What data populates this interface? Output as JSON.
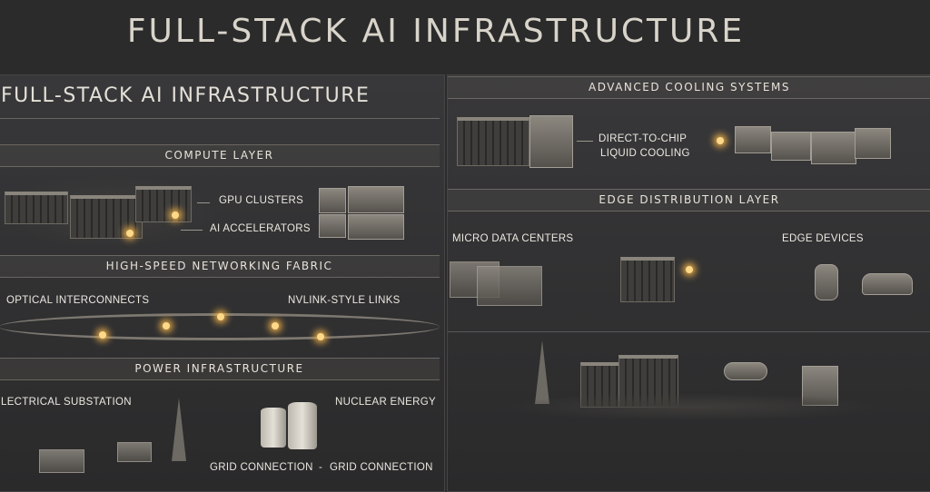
{
  "header": {
    "title": "FULL-STACK AI INFRASTRUCTURE"
  },
  "left": {
    "subtitle": "FULL-STACK AI INFRASTRUCTURE",
    "compute": {
      "heading": "COMPUTE LAYER",
      "labels": [
        "GPU CLUSTERS",
        "AI ACCELERATORS"
      ]
    },
    "networking": {
      "heading": "HIGH-SPEED NETWORKING FABRIC",
      "labels": [
        "OPTICAL INTERCONNECTS",
        "NVLINK-STYLE LINKS"
      ]
    },
    "power": {
      "heading": "POWER INFRASTRUCTURE",
      "labels": [
        "LECTRICAL SUBSTATION",
        "NUCLEAR ENERGY",
        "GRID CONNECTION",
        "-",
        "GRID CONNECTION"
      ]
    }
  },
  "right": {
    "cooling": {
      "heading": "ADVANCED COOLING SYSTEMS",
      "label_line1": "DIRECT-TO-CHIP",
      "label_line2": "LIQUID COOLING"
    },
    "edge": {
      "heading": "EDGE DISTRIBUTION LAYER",
      "labels": [
        "MICRO DATA CENTERS",
        "EDGE DEVICES"
      ]
    }
  },
  "colors": {
    "background": "#2b2b2c",
    "text": "#e4e0d8",
    "accent_glow": "#f0b24a"
  }
}
